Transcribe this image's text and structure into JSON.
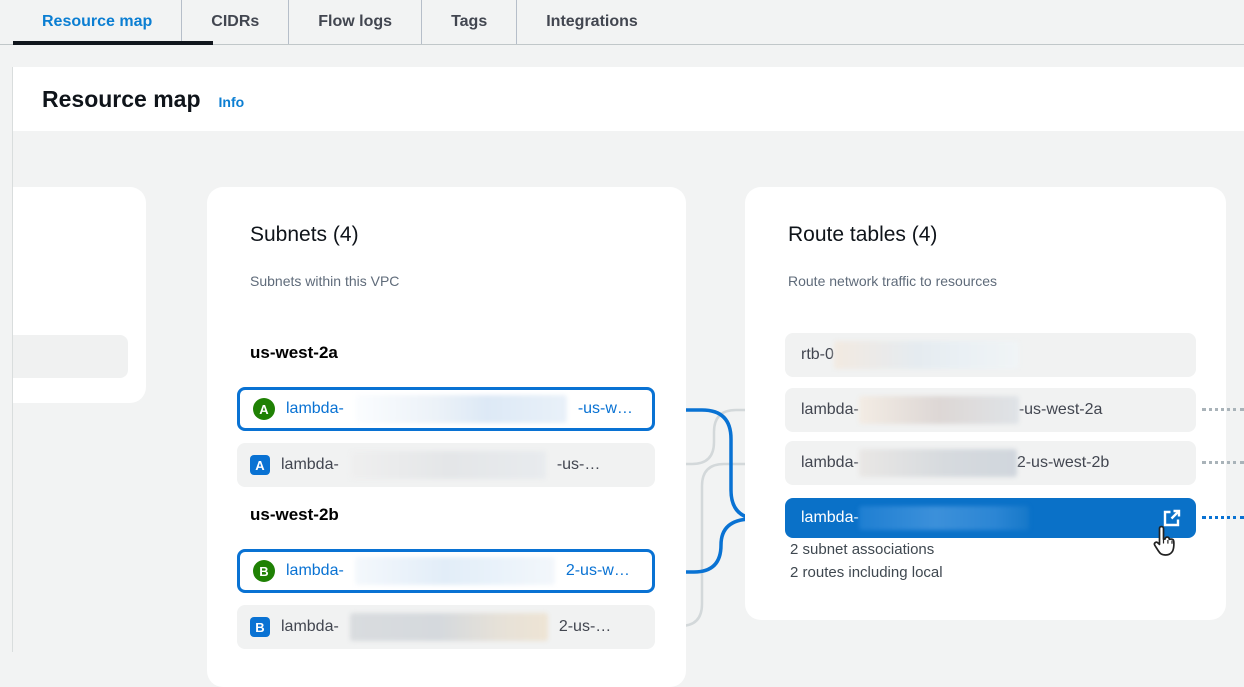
{
  "tabs": {
    "items": [
      {
        "label": "Resource map",
        "active": true
      },
      {
        "label": "CIDRs",
        "active": false
      },
      {
        "label": "Flow logs",
        "active": false
      },
      {
        "label": "Tags",
        "active": false
      },
      {
        "label": "Integrations",
        "active": false
      }
    ]
  },
  "header": {
    "title": "Resource map",
    "info_link": "Info"
  },
  "map": {
    "subnets": {
      "title": "Subnets (4)",
      "description": "Subnets within this VPC",
      "groups": [
        {
          "az": "us-west-2a",
          "items": [
            {
              "badge": "A",
              "shape": "circle",
              "prefix": "lambda-",
              "suffix": "-us-w…",
              "selected": true
            },
            {
              "badge": "A",
              "shape": "square",
              "prefix": "lambda-",
              "suffix": "-us-…",
              "selected": false
            }
          ]
        },
        {
          "az": "us-west-2b",
          "items": [
            {
              "badge": "B",
              "shape": "circle",
              "prefix": "lambda-",
              "suffix": "2-us-w…",
              "selected": true
            },
            {
              "badge": "B",
              "shape": "square",
              "prefix": "lambda-",
              "suffix": "2-us-…",
              "selected": false
            }
          ]
        }
      ]
    },
    "route_tables": {
      "title": "Route tables (4)",
      "description": "Route network traffic to resources",
      "rows": [
        {
          "prefix": "rtb-0",
          "suffix": "",
          "selected": false
        },
        {
          "prefix": "lambda-",
          "suffix": "-us-west-2a",
          "selected": false
        },
        {
          "prefix": "lambda-",
          "suffix": "2-us-west-2b",
          "selected": false
        },
        {
          "prefix": "lambda-",
          "suffix": "",
          "selected": true
        }
      ],
      "selected_details": [
        "2 subnet associations",
        "2 routes including local"
      ]
    }
  },
  "colors": {
    "accent_blue": "#0972d3",
    "selected_row_blue": "#0a71c8",
    "badge_green": "#1f8104",
    "badge_blue": "#0972d3",
    "line_gray": "#d3d8da",
    "page_background": "#f2f3f3",
    "active_tab_underline": "#11161d"
  }
}
